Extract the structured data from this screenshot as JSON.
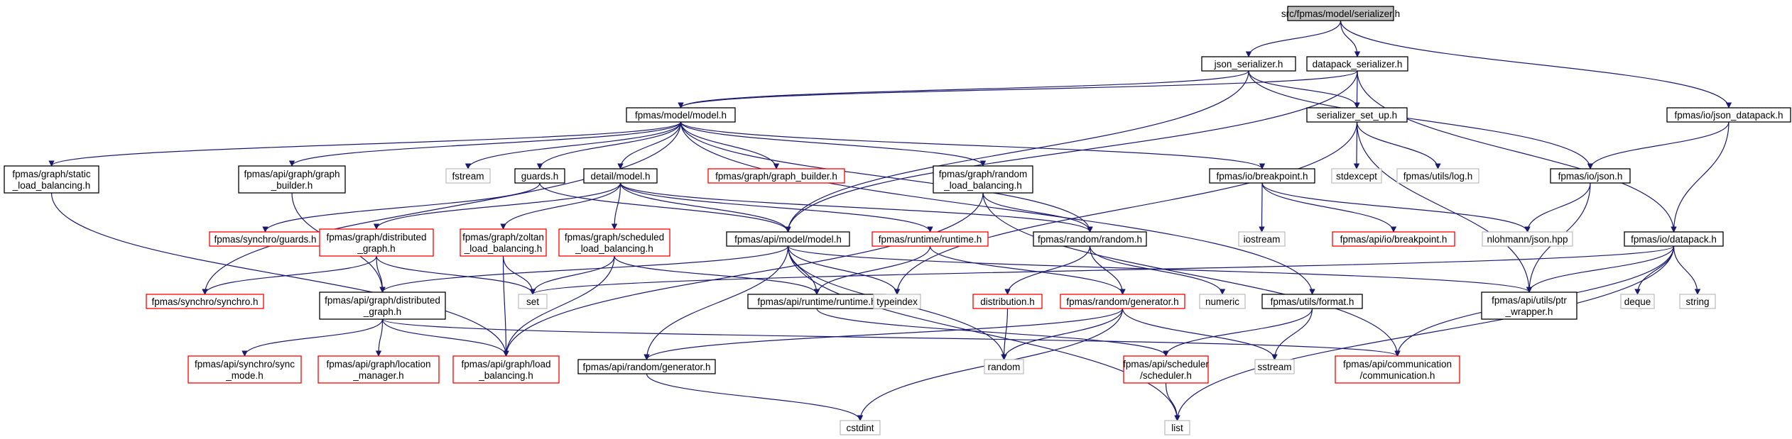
{
  "graph": {
    "title": "",
    "colors": {
      "edge": "#191970",
      "root_fill": "#bfbfbf",
      "border_black": "#000000",
      "border_red": "#ff0000",
      "border_gray": "#bfbfbf"
    },
    "nodes": [
      {
        "id": "root",
        "lines": [
          "src/fpmas/model/serializer.h"
        ],
        "style": "root"
      },
      {
        "id": "json_serializer",
        "lines": [
          "json_serializer.h"
        ],
        "style": "black"
      },
      {
        "id": "datapack_serializer",
        "lines": [
          "datapack_serializer.h"
        ],
        "style": "black"
      },
      {
        "id": "io_json_datapack",
        "lines": [
          "fpmas/io/json_datapack.h"
        ],
        "style": "black"
      },
      {
        "id": "model_model",
        "lines": [
          "fpmas/model/model.h"
        ],
        "style": "black"
      },
      {
        "id": "serializer_set_up",
        "lines": [
          "serializer_set_up.h"
        ],
        "style": "black"
      },
      {
        "id": "io_json",
        "lines": [
          "fpmas/io/json.h"
        ],
        "style": "black"
      },
      {
        "id": "io_datapack",
        "lines": [
          "fpmas/io/datapack.h"
        ],
        "style": "black"
      },
      {
        "id": "static_lb",
        "lines": [
          "fpmas/graph/static",
          "_load_balancing.h"
        ],
        "style": "black"
      },
      {
        "id": "api_graph_builder",
        "lines": [
          "fpmas/api/graph/graph",
          "_builder.h"
        ],
        "style": "black"
      },
      {
        "id": "fstream",
        "lines": [
          "fstream"
        ],
        "style": "gray"
      },
      {
        "id": "guards",
        "lines": [
          "guards.h"
        ],
        "style": "black"
      },
      {
        "id": "detail_model",
        "lines": [
          "detail/model.h"
        ],
        "style": "black"
      },
      {
        "id": "graph_builder",
        "lines": [
          "fpmas/graph/graph_builder.h"
        ],
        "style": "red"
      },
      {
        "id": "random_lb",
        "lines": [
          "fpmas/graph/random",
          "_load_balancing.h"
        ],
        "style": "black"
      },
      {
        "id": "io_breakpoint",
        "lines": [
          "fpmas/io/breakpoint.h"
        ],
        "style": "black"
      },
      {
        "id": "stdexcept",
        "lines": [
          "stdexcept"
        ],
        "style": "gray"
      },
      {
        "id": "utils_log",
        "lines": [
          "fpmas/utils/log.h"
        ],
        "style": "gray"
      },
      {
        "id": "synchro_guards",
        "lines": [
          "fpmas/synchro/guards.h"
        ],
        "style": "red"
      },
      {
        "id": "graph_distributed",
        "lines": [
          "fpmas/graph/distributed",
          "_graph.h"
        ],
        "style": "red"
      },
      {
        "id": "zoltan_lb",
        "lines": [
          "fpmas/graph/zoltan",
          "_load_balancing.h"
        ],
        "style": "red"
      },
      {
        "id": "scheduled_lb",
        "lines": [
          "fpmas/graph/scheduled",
          "_load_balancing.h"
        ],
        "style": "red"
      },
      {
        "id": "api_model",
        "lines": [
          "fpmas/api/model/model.h"
        ],
        "style": "black"
      },
      {
        "id": "runtime_runtime",
        "lines": [
          "fpmas/runtime/runtime.h"
        ],
        "style": "red"
      },
      {
        "id": "random_random",
        "lines": [
          "fpmas/random/random.h"
        ],
        "style": "black"
      },
      {
        "id": "iostream",
        "lines": [
          "iostream"
        ],
        "style": "gray"
      },
      {
        "id": "api_io_breakpoint",
        "lines": [
          "fpmas/api/io/breakpoint.h"
        ],
        "style": "red"
      },
      {
        "id": "nlohmann",
        "lines": [
          "nlohmann/json.hpp"
        ],
        "style": "gray"
      },
      {
        "id": "synchro",
        "lines": [
          "fpmas/synchro/synchro.h"
        ],
        "style": "red"
      },
      {
        "id": "set",
        "lines": [
          "set"
        ],
        "style": "gray"
      },
      {
        "id": "api_distributed",
        "lines": [
          "fpmas/api/graph/distributed",
          "_graph.h"
        ],
        "style": "black"
      },
      {
        "id": "api_runtime",
        "lines": [
          "fpmas/api/runtime/runtime.h"
        ],
        "style": "black"
      },
      {
        "id": "typeindex",
        "lines": [
          "typeindex"
        ],
        "style": "gray"
      },
      {
        "id": "distribution",
        "lines": [
          "distribution.h"
        ],
        "style": "red"
      },
      {
        "id": "random_generator",
        "lines": [
          "fpmas/random/generator.h"
        ],
        "style": "red"
      },
      {
        "id": "numeric",
        "lines": [
          "numeric"
        ],
        "style": "gray"
      },
      {
        "id": "utils_format",
        "lines": [
          "fpmas/utils/format.h"
        ],
        "style": "black"
      },
      {
        "id": "api_ptr_wrapper",
        "lines": [
          "fpmas/api/utils/ptr",
          "_wrapper.h"
        ],
        "style": "black"
      },
      {
        "id": "deque",
        "lines": [
          "deque"
        ],
        "style": "gray"
      },
      {
        "id": "string",
        "lines": [
          "string"
        ],
        "style": "gray"
      },
      {
        "id": "sync_mode",
        "lines": [
          "fpmas/api/synchro/sync",
          "_mode.h"
        ],
        "style": "red"
      },
      {
        "id": "location_manager",
        "lines": [
          "fpmas/api/graph/location",
          "_manager.h"
        ],
        "style": "red"
      },
      {
        "id": "api_load_balancing",
        "lines": [
          "fpmas/api/graph/load",
          "_balancing.h"
        ],
        "style": "red"
      },
      {
        "id": "api_random_generator",
        "lines": [
          "fpmas/api/random/generator.h"
        ],
        "style": "black"
      },
      {
        "id": "random_std",
        "lines": [
          "random"
        ],
        "style": "gray"
      },
      {
        "id": "api_scheduler",
        "lines": [
          "fpmas/api/scheduler",
          "/scheduler.h"
        ],
        "style": "red"
      },
      {
        "id": "sstream",
        "lines": [
          "sstream"
        ],
        "style": "gray"
      },
      {
        "id": "api_communication",
        "lines": [
          "fpmas/api/communication",
          "/communication.h"
        ],
        "style": "red"
      },
      {
        "id": "cstdint",
        "lines": [
          "cstdint"
        ],
        "style": "gray"
      },
      {
        "id": "list",
        "lines": [
          "list"
        ],
        "style": "gray"
      }
    ],
    "edges": [
      [
        "root",
        "json_serializer"
      ],
      [
        "root",
        "datapack_serializer"
      ],
      [
        "root",
        "io_json_datapack"
      ],
      [
        "json_serializer",
        "model_model"
      ],
      [
        "json_serializer",
        "serializer_set_up"
      ],
      [
        "json_serializer",
        "io_json"
      ],
      [
        "json_serializer",
        "api_model"
      ],
      [
        "datapack_serializer",
        "model_model"
      ],
      [
        "datapack_serializer",
        "serializer_set_up"
      ],
      [
        "datapack_serializer",
        "io_datapack"
      ],
      [
        "datapack_serializer",
        "api_model"
      ],
      [
        "io_json_datapack",
        "io_json"
      ],
      [
        "io_json_datapack",
        "io_datapack"
      ],
      [
        "model_model",
        "static_lb"
      ],
      [
        "model_model",
        "api_graph_builder"
      ],
      [
        "model_model",
        "fstream"
      ],
      [
        "model_model",
        "guards"
      ],
      [
        "model_model",
        "detail_model"
      ],
      [
        "model_model",
        "graph_builder"
      ],
      [
        "model_model",
        "random_lb"
      ],
      [
        "model_model",
        "io_breakpoint"
      ],
      [
        "model_model",
        "synchro"
      ],
      [
        "model_model",
        "random_random"
      ],
      [
        "model_model",
        "utils_format"
      ],
      [
        "serializer_set_up",
        "stdexcept"
      ],
      [
        "serializer_set_up",
        "utils_log"
      ],
      [
        "serializer_set_up",
        "typeindex"
      ],
      [
        "serializer_set_up",
        "api_ptr_wrapper"
      ],
      [
        "io_json",
        "nlohmann"
      ],
      [
        "io_json",
        "api_ptr_wrapper"
      ],
      [
        "io_datapack",
        "set"
      ],
      [
        "io_datapack",
        "api_ptr_wrapper"
      ],
      [
        "io_datapack",
        "deque"
      ],
      [
        "io_datapack",
        "string"
      ],
      [
        "io_datapack",
        "api_communication"
      ],
      [
        "io_datapack",
        "list"
      ],
      [
        "static_lb",
        "api_load_balancing"
      ],
      [
        "api_graph_builder",
        "api_distributed"
      ],
      [
        "guards",
        "synchro_guards"
      ],
      [
        "guards",
        "api_model"
      ],
      [
        "detail_model",
        "graph_distributed"
      ],
      [
        "detail_model",
        "zoltan_lb"
      ],
      [
        "detail_model",
        "scheduled_lb"
      ],
      [
        "detail_model",
        "api_model"
      ],
      [
        "detail_model",
        "runtime_runtime"
      ],
      [
        "detail_model",
        "random_random"
      ],
      [
        "random_lb",
        "api_load_balancing"
      ],
      [
        "random_lb",
        "random_random"
      ],
      [
        "random_lb",
        "api_communication"
      ],
      [
        "io_breakpoint",
        "iostream"
      ],
      [
        "io_breakpoint",
        "api_io_breakpoint"
      ],
      [
        "io_breakpoint",
        "nlohmann"
      ],
      [
        "graph_distributed",
        "synchro"
      ],
      [
        "graph_distributed",
        "api_distributed"
      ],
      [
        "graph_distributed",
        "set"
      ],
      [
        "zoltan_lb",
        "set"
      ],
      [
        "zoltan_lb",
        "api_load_balancing"
      ],
      [
        "scheduled_lb",
        "set"
      ],
      [
        "scheduled_lb",
        "api_runtime"
      ],
      [
        "scheduled_lb",
        "api_load_balancing"
      ],
      [
        "api_model",
        "api_distributed"
      ],
      [
        "api_model",
        "api_runtime"
      ],
      [
        "api_model",
        "typeindex"
      ],
      [
        "api_model",
        "api_ptr_wrapper"
      ],
      [
        "api_model",
        "api_random_generator"
      ],
      [
        "api_model",
        "random_std"
      ],
      [
        "api_model",
        "list"
      ],
      [
        "runtime_runtime",
        "api_runtime"
      ],
      [
        "runtime_runtime",
        "random_generator"
      ],
      [
        "random_random",
        "distribution"
      ],
      [
        "random_random",
        "random_generator"
      ],
      [
        "random_random",
        "numeric"
      ],
      [
        "api_distributed",
        "sync_mode"
      ],
      [
        "api_distributed",
        "location_manager"
      ],
      [
        "api_distributed",
        "api_load_balancing"
      ],
      [
        "api_distributed",
        "api_communication"
      ],
      [
        "api_runtime",
        "api_scheduler"
      ],
      [
        "distribution",
        "random_std"
      ],
      [
        "random_generator",
        "api_random_generator"
      ],
      [
        "random_generator",
        "random_std"
      ],
      [
        "random_generator",
        "sstream"
      ],
      [
        "random_generator",
        "cstdint"
      ],
      [
        "utils_format",
        "api_scheduler"
      ],
      [
        "utils_format",
        "sstream"
      ],
      [
        "api_random_generator",
        "cstdint"
      ],
      [
        "api_scheduler",
        "list"
      ]
    ]
  }
}
